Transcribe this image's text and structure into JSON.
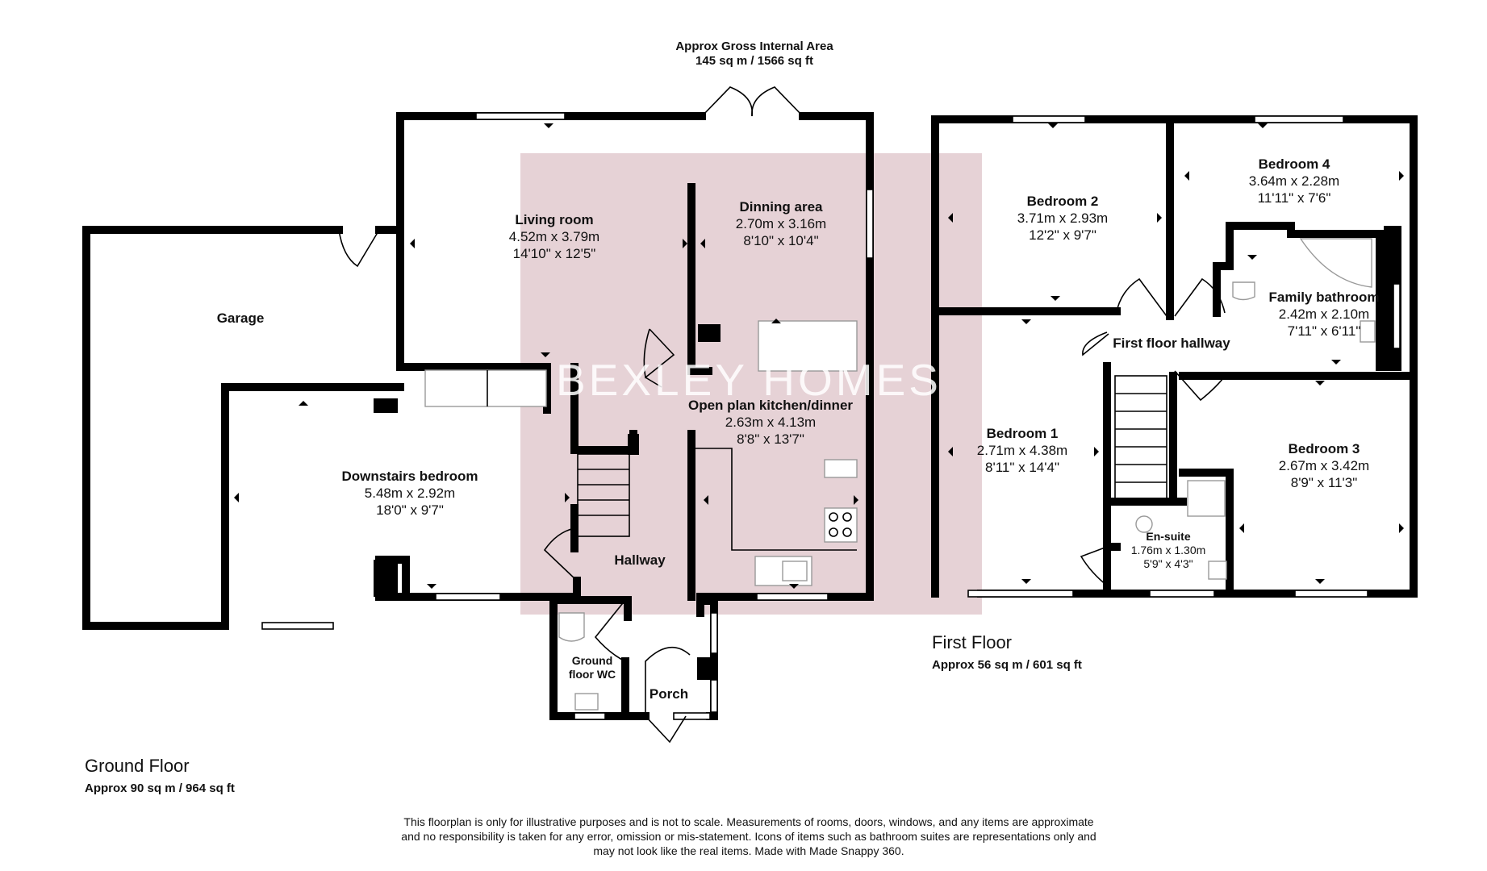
{
  "header": {
    "title": "Approx Gross Internal Area",
    "area": "145 sq m / 1566 sq ft"
  },
  "watermark": "BEXLEY HOMES",
  "colors": {
    "highlight": "#e6d2d6",
    "walls": "#000000",
    "watermark": "#ffffff"
  },
  "ground_floor": {
    "label": "Ground Floor",
    "area": "Approx 90 sq m / 964 sq ft",
    "rooms": {
      "garage": {
        "name": "Garage"
      },
      "living_room": {
        "name": "Living room",
        "metric": "4.52m x 3.79m",
        "imperial": "14'10\" x 12'5\""
      },
      "dining_area": {
        "name": "Dinning area",
        "metric": "2.70m x 3.16m",
        "imperial": "8'10\" x 10'4\""
      },
      "kitchen": {
        "name": "Open plan kitchen/dinner",
        "metric": "2.63m x 4.13m",
        "imperial": "8'8\" x 13'7\""
      },
      "downstairs_bedroom": {
        "name": "Downstairs bedroom",
        "metric": "5.48m x 2.92m",
        "imperial": "18'0\" x 9'7\""
      },
      "hallway": {
        "name": "Hallway"
      },
      "wc": {
        "name_line1": "Ground",
        "name_line2": "floor WC"
      },
      "porch": {
        "name": "Porch"
      }
    }
  },
  "first_floor": {
    "label": "First Floor",
    "area": "Approx 56 sq m / 601 sq ft",
    "rooms": {
      "bedroom2": {
        "name": "Bedroom 2",
        "metric": "3.71m x 2.93m",
        "imperial": "12'2\" x 9'7\""
      },
      "bedroom4": {
        "name": "Bedroom 4",
        "metric": "3.64m x 2.28m",
        "imperial": "11'11\" x 7'6\""
      },
      "family_bathroom": {
        "name": "Family bathroom",
        "metric": "2.42m x 2.10m",
        "imperial": "7'11\" x 6'11\""
      },
      "hallway": {
        "name": "First floor hallway"
      },
      "bedroom1": {
        "name": "Bedroom 1",
        "metric": "2.71m x 4.38m",
        "imperial": "8'11\" x 14'4\""
      },
      "bedroom3": {
        "name": "Bedroom 3",
        "metric": "2.67m x 3.42m",
        "imperial": "8'9\" x 11'3\""
      },
      "ensuite": {
        "name": "En-suite",
        "metric": "1.76m x 1.30m",
        "imperial": "5'9\" x 4'3\""
      }
    }
  },
  "disclaimer": {
    "line1": "This floorplan is only for illustrative purposes and is not to scale. Measurements of rooms, doors, windows, and any items are approximate",
    "line2": "and no responsibility is taken for any error, omission or mis-statement. Icons of items such as bathroom suites are representations only and",
    "line3": "may not look like the real items. Made with Made Snappy 360."
  }
}
